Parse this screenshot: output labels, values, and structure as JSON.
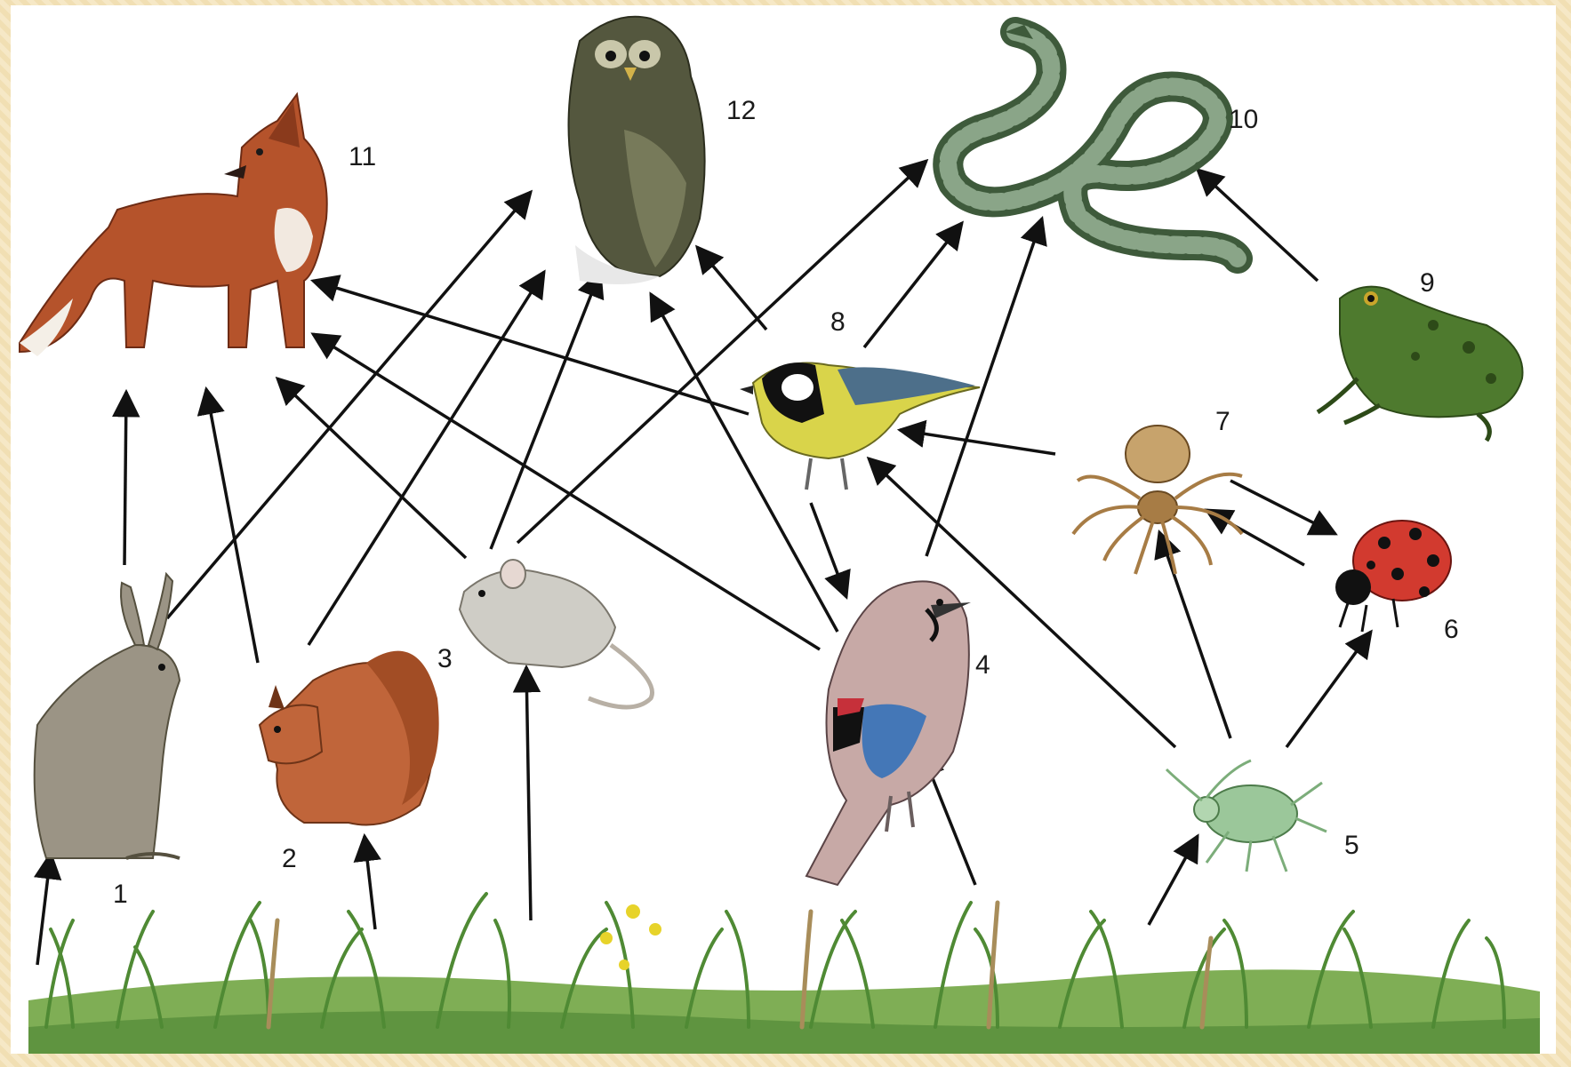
{
  "diagram": {
    "organisms": [
      {
        "id": "hare",
        "number": "1",
        "icon": "hare-icon"
      },
      {
        "id": "squirrel",
        "number": "2",
        "icon": "squirrel-icon"
      },
      {
        "id": "mouse",
        "number": "3",
        "icon": "mouse-icon"
      },
      {
        "id": "jay",
        "number": "4",
        "icon": "jay-icon"
      },
      {
        "id": "aphid",
        "number": "5",
        "icon": "aphid-icon"
      },
      {
        "id": "ladybug",
        "number": "6",
        "icon": "ladybug-icon"
      },
      {
        "id": "spider",
        "number": "7",
        "icon": "spider-icon"
      },
      {
        "id": "tit",
        "number": "8",
        "icon": "tit-icon"
      },
      {
        "id": "frog",
        "number": "9",
        "icon": "frog-icon"
      },
      {
        "id": "snake",
        "number": "10",
        "icon": "snake-icon"
      },
      {
        "id": "fox",
        "number": "11",
        "icon": "fox-icon"
      },
      {
        "id": "owl",
        "number": "12",
        "icon": "owl-icon"
      },
      {
        "id": "plants",
        "number": "",
        "icon": "grass-icon"
      }
    ],
    "links": [
      [
        "plants",
        "hare"
      ],
      [
        "plants",
        "squirrel"
      ],
      [
        "plants",
        "mouse"
      ],
      [
        "plants",
        "jay"
      ],
      [
        "plants",
        "aphid"
      ],
      [
        "hare",
        "fox"
      ],
      [
        "hare",
        "owl"
      ],
      [
        "squirrel",
        "fox"
      ],
      [
        "squirrel",
        "owl"
      ],
      [
        "mouse",
        "fox"
      ],
      [
        "mouse",
        "owl"
      ],
      [
        "mouse",
        "snake"
      ],
      [
        "jay",
        "fox"
      ],
      [
        "jay",
        "owl"
      ],
      [
        "jay",
        "snake"
      ],
      [
        "tit",
        "fox"
      ],
      [
        "tit",
        "owl"
      ],
      [
        "tit",
        "snake"
      ],
      [
        "tit",
        "jay"
      ],
      [
        "aphid",
        "tit"
      ],
      [
        "aphid",
        "spider"
      ],
      [
        "aphid",
        "ladybug"
      ],
      [
        "ladybug",
        "spider"
      ],
      [
        "spider",
        "ladybug"
      ],
      [
        "spider",
        "tit"
      ],
      [
        "frog",
        "snake"
      ]
    ]
  }
}
